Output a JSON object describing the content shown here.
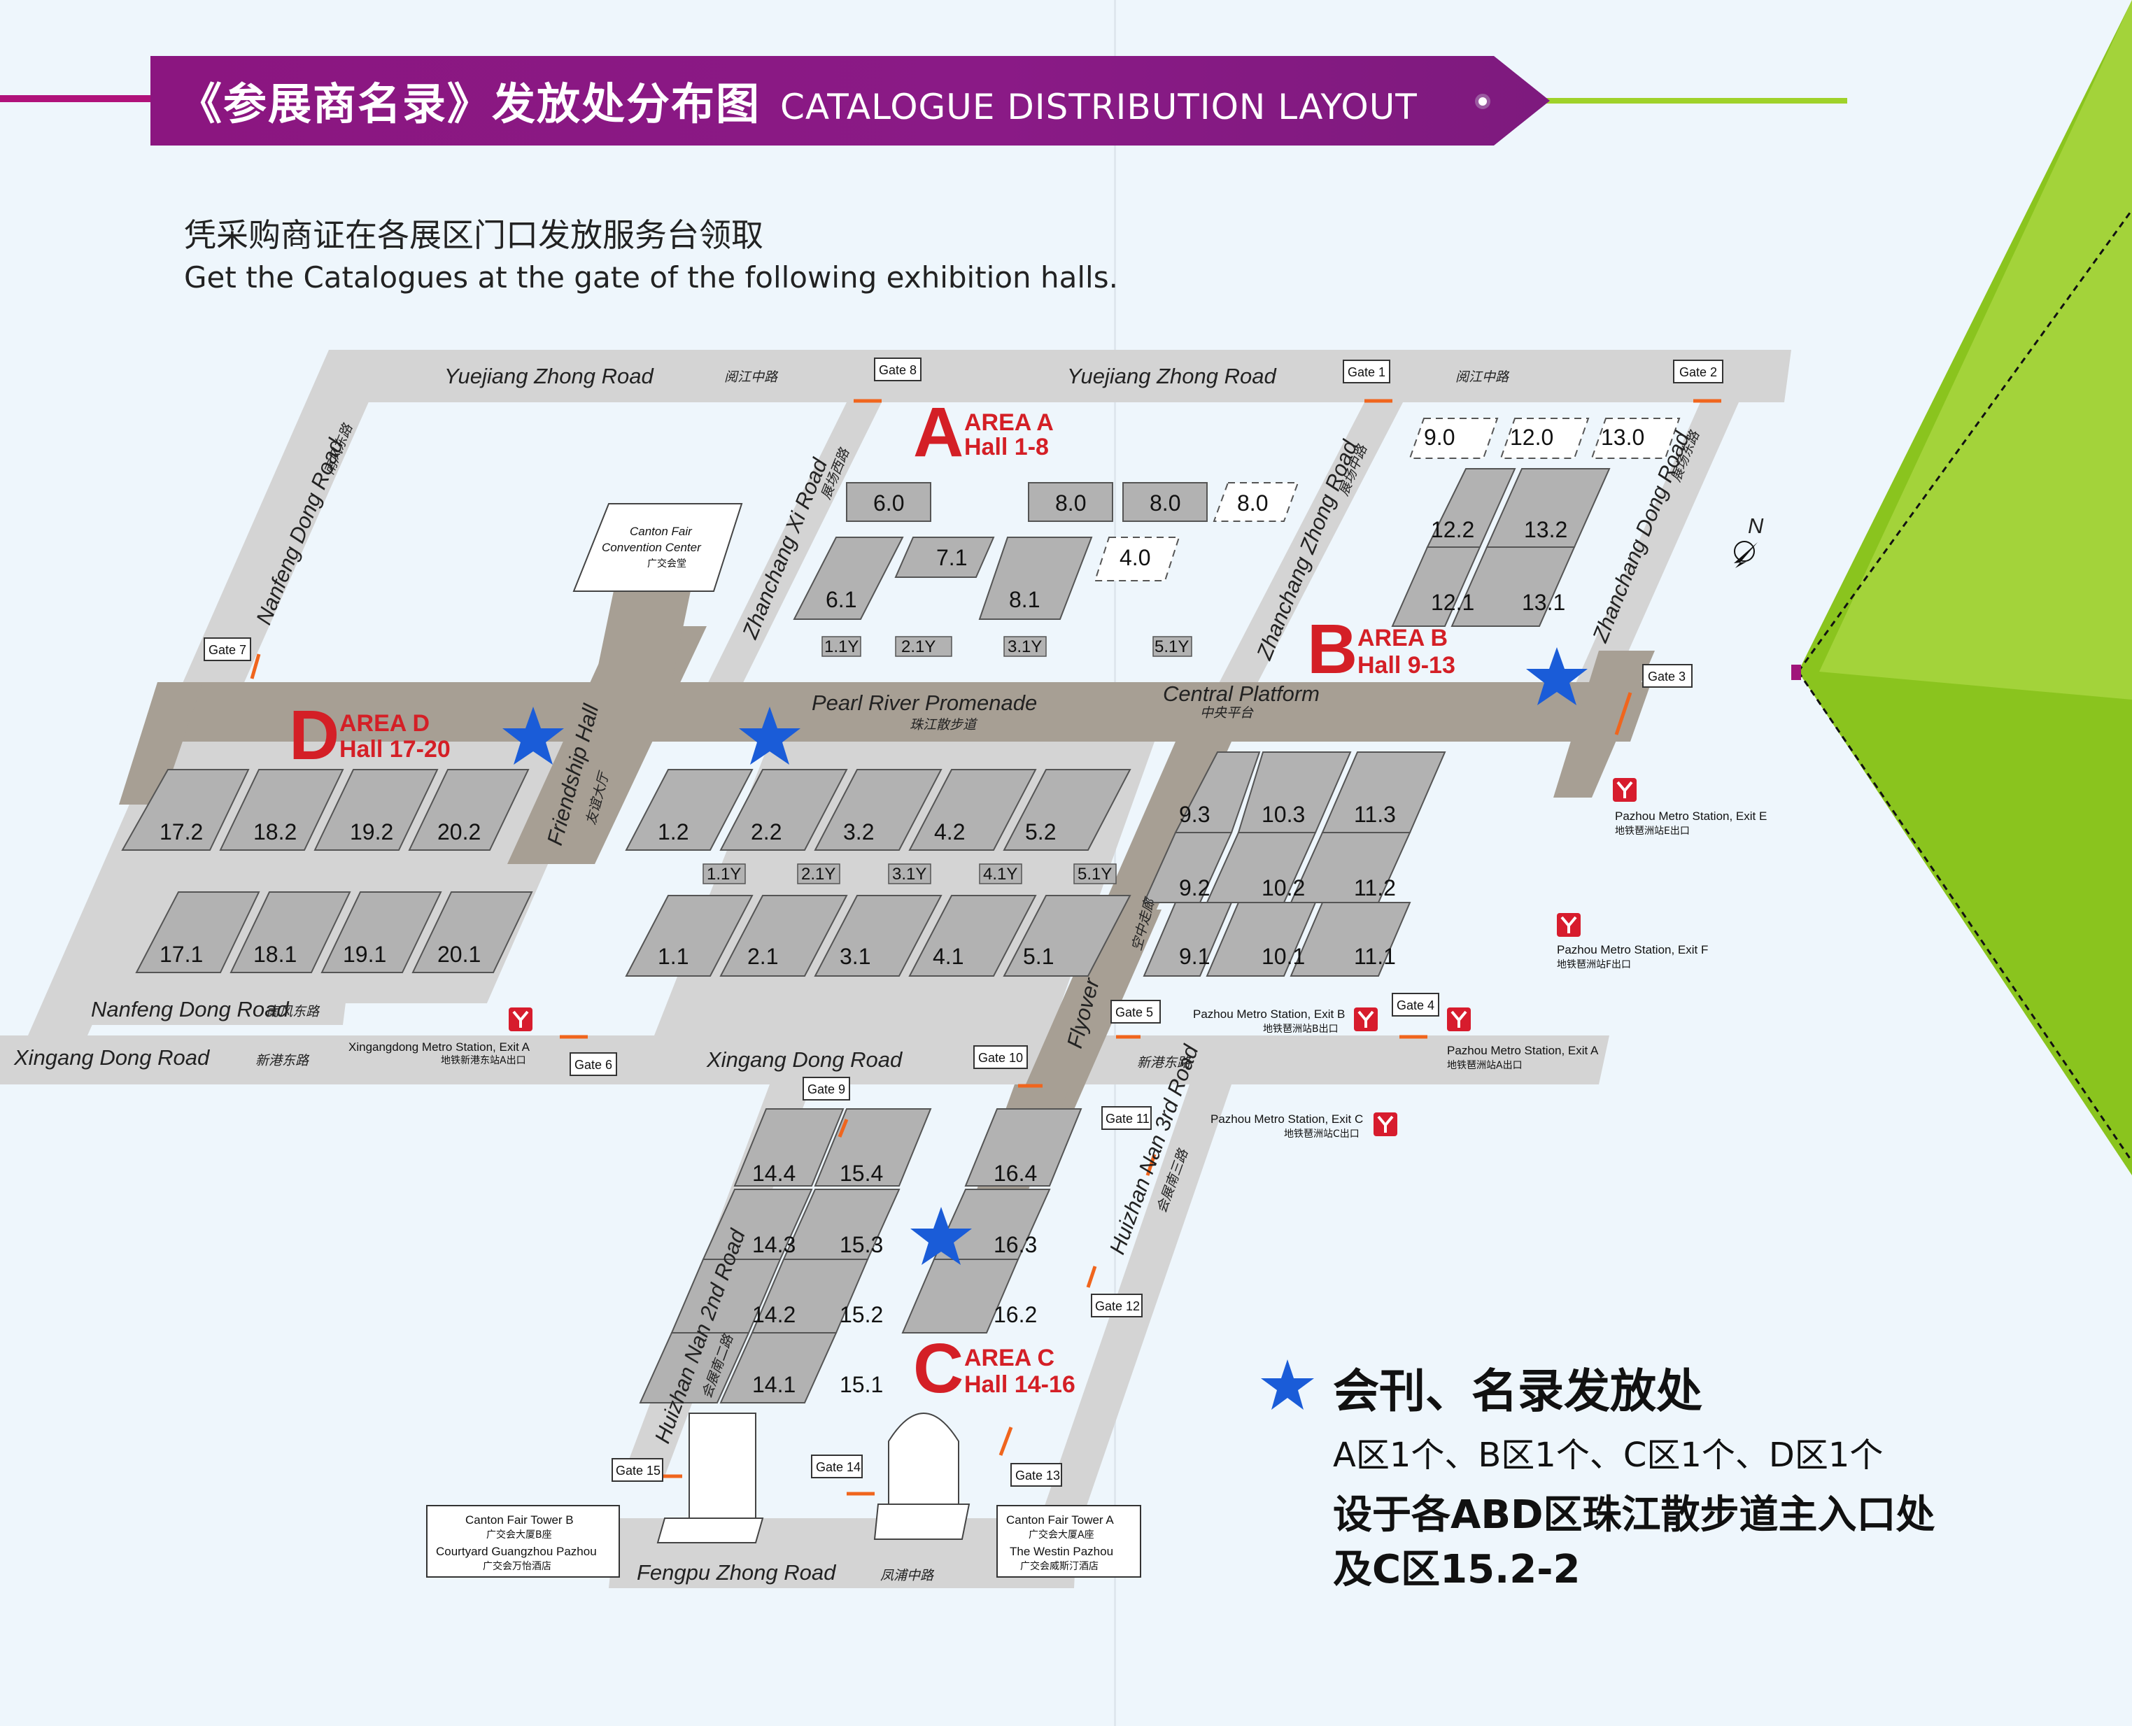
{
  "banner": {
    "title_zh": "《参展商名录》发放处分布图",
    "title_en": "CATALOGUE DISTRIBUTION LAYOUT"
  },
  "intro": {
    "zh": "凭采购商证在各展区门口发放服务台领取",
    "en": "Get the Catalogues at the gate of the following exhibition halls."
  },
  "colors": {
    "banner": "#8b1680",
    "accent_green": "#9fd22a",
    "area_label": "#d41f26",
    "star": "#1a5cd8",
    "gate_marker": "#f0651d",
    "hall": "#b2b2b2",
    "road": "#d4d4d4",
    "promenade": "#a79f94"
  },
  "roads": {
    "yuejiang_left": "Yuejiang Zhong Road",
    "yuejiang_left_zh": "阅江中路",
    "yuejiang_right": "Yuejiang Zhong Road",
    "yuejiang_right_zh": "阅江中路",
    "nanfeng_left": "Nanfeng Dong Road",
    "nanfeng_left_zh": "南风东路",
    "nanfeng_bottom": "Nanfeng Dong Road",
    "nanfeng_bottom_zh": "南风东路",
    "zhanchang_xi": "Zhanchang Xi Road",
    "zhanchang_xi_zh": "展场西路",
    "zhanchang_zhong": "Zhanchang Zhong Road",
    "zhanchang_zhong_zh": "展场中路",
    "zhanchang_dong": "Zhanchang Dong Road",
    "zhanchang_dong_zh": "展场东路",
    "xingang_left": "Xingang Dong Road",
    "xingang_left_zh": "新港东路",
    "xingang_mid": "Xingang Dong Road",
    "xingang_right_zh": "新港东路",
    "pearl_river": "Pearl River Promenade",
    "pearl_river_zh": "珠江散步道",
    "central_platform": "Central Platform",
    "central_platform_zh": "中央平台",
    "friendship_hall": "Friendship Hall",
    "friendship_hall_zh": "友谊大厅",
    "flyover": "Flyover",
    "flyover_zh": "空中走廊",
    "huizhan_2nd": "Huizhan Nan 2nd Road",
    "huizhan_2nd_zh": "会展南二路",
    "huizhan_3rd": "Huizhan Nan 3rd Road",
    "huizhan_3rd_zh": "会展南三路",
    "fengpu": "Fengpu Zhong Road",
    "fengpu_zh": "凤浦中路"
  },
  "areas": {
    "a": {
      "letter": "A",
      "name": "AREA A",
      "halls": "Hall 1-8"
    },
    "b": {
      "letter": "B",
      "name": "AREA B",
      "halls": "Hall 9-13"
    },
    "c": {
      "letter": "C",
      "name": "AREA C",
      "halls": "Hall 14-16"
    },
    "d": {
      "letter": "D",
      "name": "AREA D",
      "halls": "Hall 17-20"
    }
  },
  "halls": {
    "h6_0": "6.0",
    "h7_1": "7.1",
    "h6_1": "6.1",
    "h8_1": "8.1",
    "h8_0a": "8.0",
    "h8_0b": "8.0",
    "h8_0c": "8.0",
    "h4_0": "4.0",
    "h9_0": "9.0",
    "h12_0": "12.0",
    "h13_0": "13.0",
    "h12_2": "12.2",
    "h13_2": "13.2",
    "h12_1": "12.1",
    "h13_1": "13.1",
    "h17_2": "17.2",
    "h18_2": "18.2",
    "h19_2": "19.2",
    "h20_2": "20.2",
    "h17_1": "17.1",
    "h18_1": "18.1",
    "h19_1": "19.1",
    "h20_1": "20.1",
    "h1_2": "1.2",
    "h2_2": "2.2",
    "h3_2": "3.2",
    "h4_2": "4.2",
    "h5_2": "5.2",
    "h1_1": "1.1",
    "h2_1": "2.1",
    "h3_1": "3.1",
    "h4_1": "4.1",
    "h5_1": "5.1",
    "h9_3": "9.3",
    "h10_3": "10.3",
    "h11_3": "11.3",
    "h9_2": "9.2",
    "h10_2": "10.2",
    "h11_2": "11.2",
    "h9_1": "9.1",
    "h10_1": "10.1",
    "h11_1": "11.1",
    "h14_4": "14.4",
    "h15_4": "15.4",
    "h16_4": "16.4",
    "h14_3": "14.3",
    "h15_3": "15.3",
    "h16_3": "16.3",
    "h14_2": "14.2",
    "h15_2": "15.2",
    "h16_2": "16.2",
    "h14_1": "14.1",
    "h15_1": "15.1",
    "m1_1y_top": "1.1Y",
    "m2_1y_top": "2.1Y",
    "m3_1y_top": "3.1Y",
    "m5_1y_top": "5.1Y",
    "m1_1y": "1.1Y",
    "m2_1y": "2.1Y",
    "m3_1y": "3.1Y",
    "m4_1y": "4.1Y",
    "m5_1y": "5.1Y"
  },
  "gates": {
    "g1": "Gate 1",
    "g2": "Gate 2",
    "g3": "Gate 3",
    "g4": "Gate 4",
    "g5": "Gate 5",
    "g6": "Gate 6",
    "g7": "Gate 7",
    "g8": "Gate 8",
    "g9": "Gate 9",
    "g10": "Gate 10",
    "g11": "Gate 11",
    "g12": "Gate 12",
    "g13": "Gate 13",
    "g14": "Gate 14",
    "g15": "Gate 15"
  },
  "metro": {
    "exit_e": "Pazhou Metro Station, Exit E",
    "exit_e_zh": "地铁琶洲站E出口",
    "exit_f": "Pazhou Metro Station, Exit F",
    "exit_f_zh": "地铁琶洲站F出口",
    "exit_b": "Pazhou Metro Station, Exit B",
    "exit_b_zh": "地铁琶洲站B出口",
    "exit_a": "Pazhou Metro Station, Exit A",
    "exit_a_zh": "地铁琶洲站A出口",
    "exit_c": "Pazhou Metro Station, Exit C",
    "exit_c_zh": "地铁琶洲站C出口",
    "xingangdong": "Xingangdong Metro Station, Exit A",
    "xingangdong_zh": "地铁新港东站A出口"
  },
  "buildings": {
    "convention_1": "Canton Fair",
    "convention_2": "Convention Center",
    "convention_zh": "广交会堂",
    "tower_b": "Canton Fair Tower B",
    "tower_b_zh": "广交会大厦B座",
    "courtyard": "Courtyard Guangzhou Pazhou",
    "courtyard_zh": "广交会万怡酒店",
    "tower_a": "Canton Fair Tower A",
    "tower_a_zh": "广交会大厦A座",
    "westin": "The Westin Pazhou",
    "westin_zh": "广交会威斯汀酒店"
  },
  "compass": "N",
  "legend": {
    "title": "会刊、名录发放处",
    "counts": "A区1个、B区1个、C区1个、D区1个",
    "location_1": "设于各ABD区珠江散步道主入口处",
    "location_2": "及C区15.2-2"
  }
}
